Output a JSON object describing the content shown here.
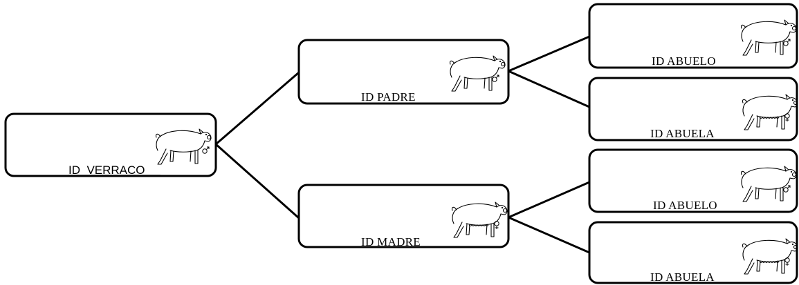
{
  "tree": {
    "root": {
      "label": "ID_VERRACO",
      "sex": "male"
    },
    "parents": [
      {
        "label": "ID PADRE",
        "sex": "male"
      },
      {
        "label": "ID MADRE",
        "sex": "female"
      }
    ],
    "grandparents": [
      {
        "label": "ID ABUELO",
        "sex": "male"
      },
      {
        "label": "ID ABUELA",
        "sex": "female"
      },
      {
        "label": "ID ABUELO",
        "sex": "male"
      },
      {
        "label": "ID ABUELA",
        "sex": "female"
      }
    ]
  },
  "icons": {
    "animal": "pig-icon",
    "male_symbol": "male-symbol-icon",
    "female_marker": "teats-icon"
  },
  "colors": {
    "line": "#000000",
    "box_fill": "#ffffff",
    "background": "#ffffff"
  }
}
